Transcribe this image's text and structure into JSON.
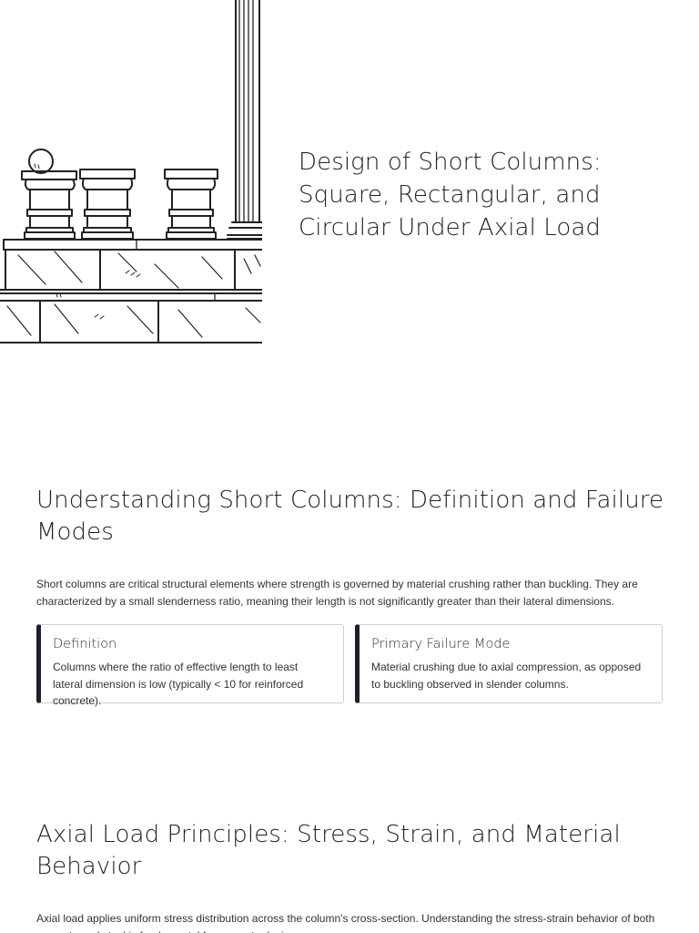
{
  "hero": {
    "title": "Design of Short Columns: Square, Rectangular, and Circular Under Axial Load",
    "illustration_icon": "column-balustrade-illustration"
  },
  "section_1": {
    "heading": "Understanding Short Columns: Definition and Failure Modes",
    "lead": "Short columns are critical structural elements where strength is governed by material crushing rather than buckling. They are characterized by a small slenderness ratio, meaning their length is not significantly greater than their lateral dimensions.",
    "cards": [
      {
        "title": "Definition",
        "body": "Columns where the ratio of effective length to least lateral dimension is low (typically < 10 for reinforced concrete)."
      },
      {
        "title": "Primary Failure Mode",
        "body": "Material crushing due to axial compression, as opposed to buckling observed in slender columns."
      }
    ]
  },
  "section_2": {
    "heading": "Axial Load Principles: Stress, Strain, and Material Behavior",
    "lead": "Axial load applies uniform stress distribution across the column's cross-section. Understanding the stress-strain behavior of both concrete and steel is fundamental for accurate design."
  },
  "colors": {
    "text": "#222222",
    "card_accent": "#1e1f2a",
    "card_border": "#cfcfcf"
  }
}
